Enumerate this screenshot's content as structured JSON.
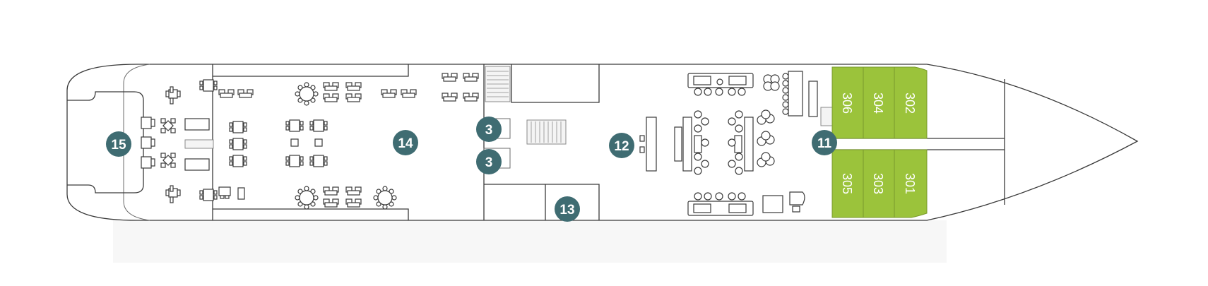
{
  "deck_plan": {
    "markers": [
      {
        "id": "marker-15",
        "label": "15"
      },
      {
        "id": "marker-14",
        "label": "14"
      },
      {
        "id": "marker-3a",
        "label": "3"
      },
      {
        "id": "marker-3b",
        "label": "3"
      },
      {
        "id": "marker-13",
        "label": "13"
      },
      {
        "id": "marker-12",
        "label": "12"
      },
      {
        "id": "marker-11",
        "label": "11"
      }
    ],
    "cabins": [
      {
        "id": "cabin-306",
        "number": "306"
      },
      {
        "id": "cabin-304",
        "number": "304"
      },
      {
        "id": "cabin-302",
        "number": "302"
      },
      {
        "id": "cabin-305",
        "number": "305"
      },
      {
        "id": "cabin-303",
        "number": "303"
      },
      {
        "id": "cabin-301",
        "number": "301"
      }
    ],
    "colors": {
      "cabin_fill": "#9bc33b",
      "marker_fill": "#3f6c72",
      "outline": "#3a3a3a"
    }
  }
}
